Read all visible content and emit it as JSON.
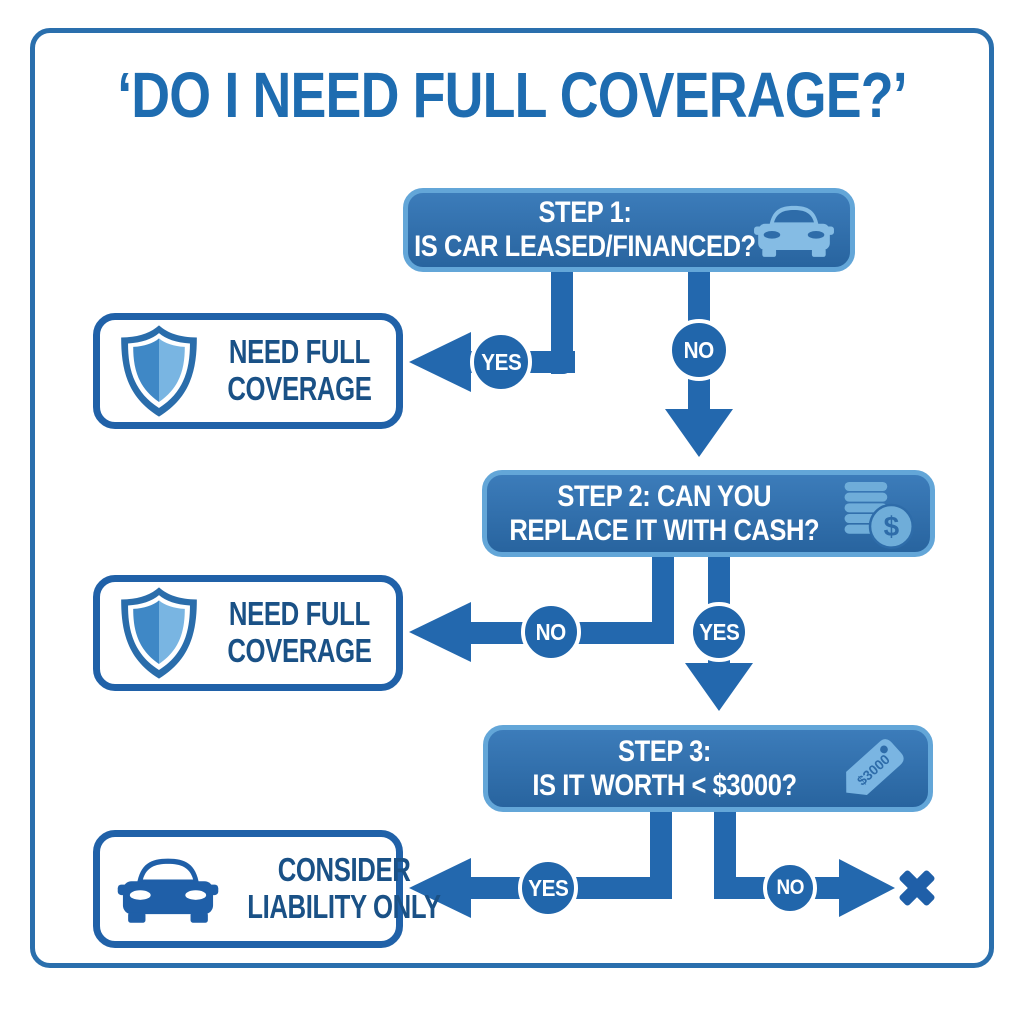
{
  "title": "‘DO I NEED FULL COVERAGE?’",
  "steps": [
    {
      "line1": "STEP 1:",
      "line2": "IS CAR LEASED/FINANCED?",
      "icon": "car-icon"
    },
    {
      "line1": "STEP 2: CAN YOU",
      "line2": "REPLACE IT WITH CASH?",
      "icon": "coins-icon"
    },
    {
      "line1": "STEP 3:",
      "line2": "IS IT WORTH < $3000?",
      "icon": "price-tag-icon"
    }
  ],
  "outcomes": [
    {
      "line1": "NEED FULL",
      "line2": "COVERAGE",
      "icon": "shield-icon"
    },
    {
      "line1": "NEED FULL",
      "line2": "COVERAGE",
      "icon": "shield-icon"
    },
    {
      "line1": "CONSIDER",
      "line2": "LIABILITY ONLY",
      "icon": "car-icon"
    }
  ],
  "branches": {
    "step1_yes": "YES",
    "step1_no": "NO",
    "step2_no": "NO",
    "step2_yes": "YES",
    "step3_yes": "YES",
    "step3_no": "NO"
  },
  "icons": {
    "price_tag_label": "$3000",
    "dollar_sign": "$",
    "end_mark": "x-mark-icon"
  },
  "colors": {
    "accent_dark": "#2166ab",
    "step_fill": "#2d6ead",
    "step_border": "#63a6d8",
    "title_blue": "#1e6cb0",
    "outcome_text": "#1a5186",
    "icon_light": "#85bce4"
  }
}
